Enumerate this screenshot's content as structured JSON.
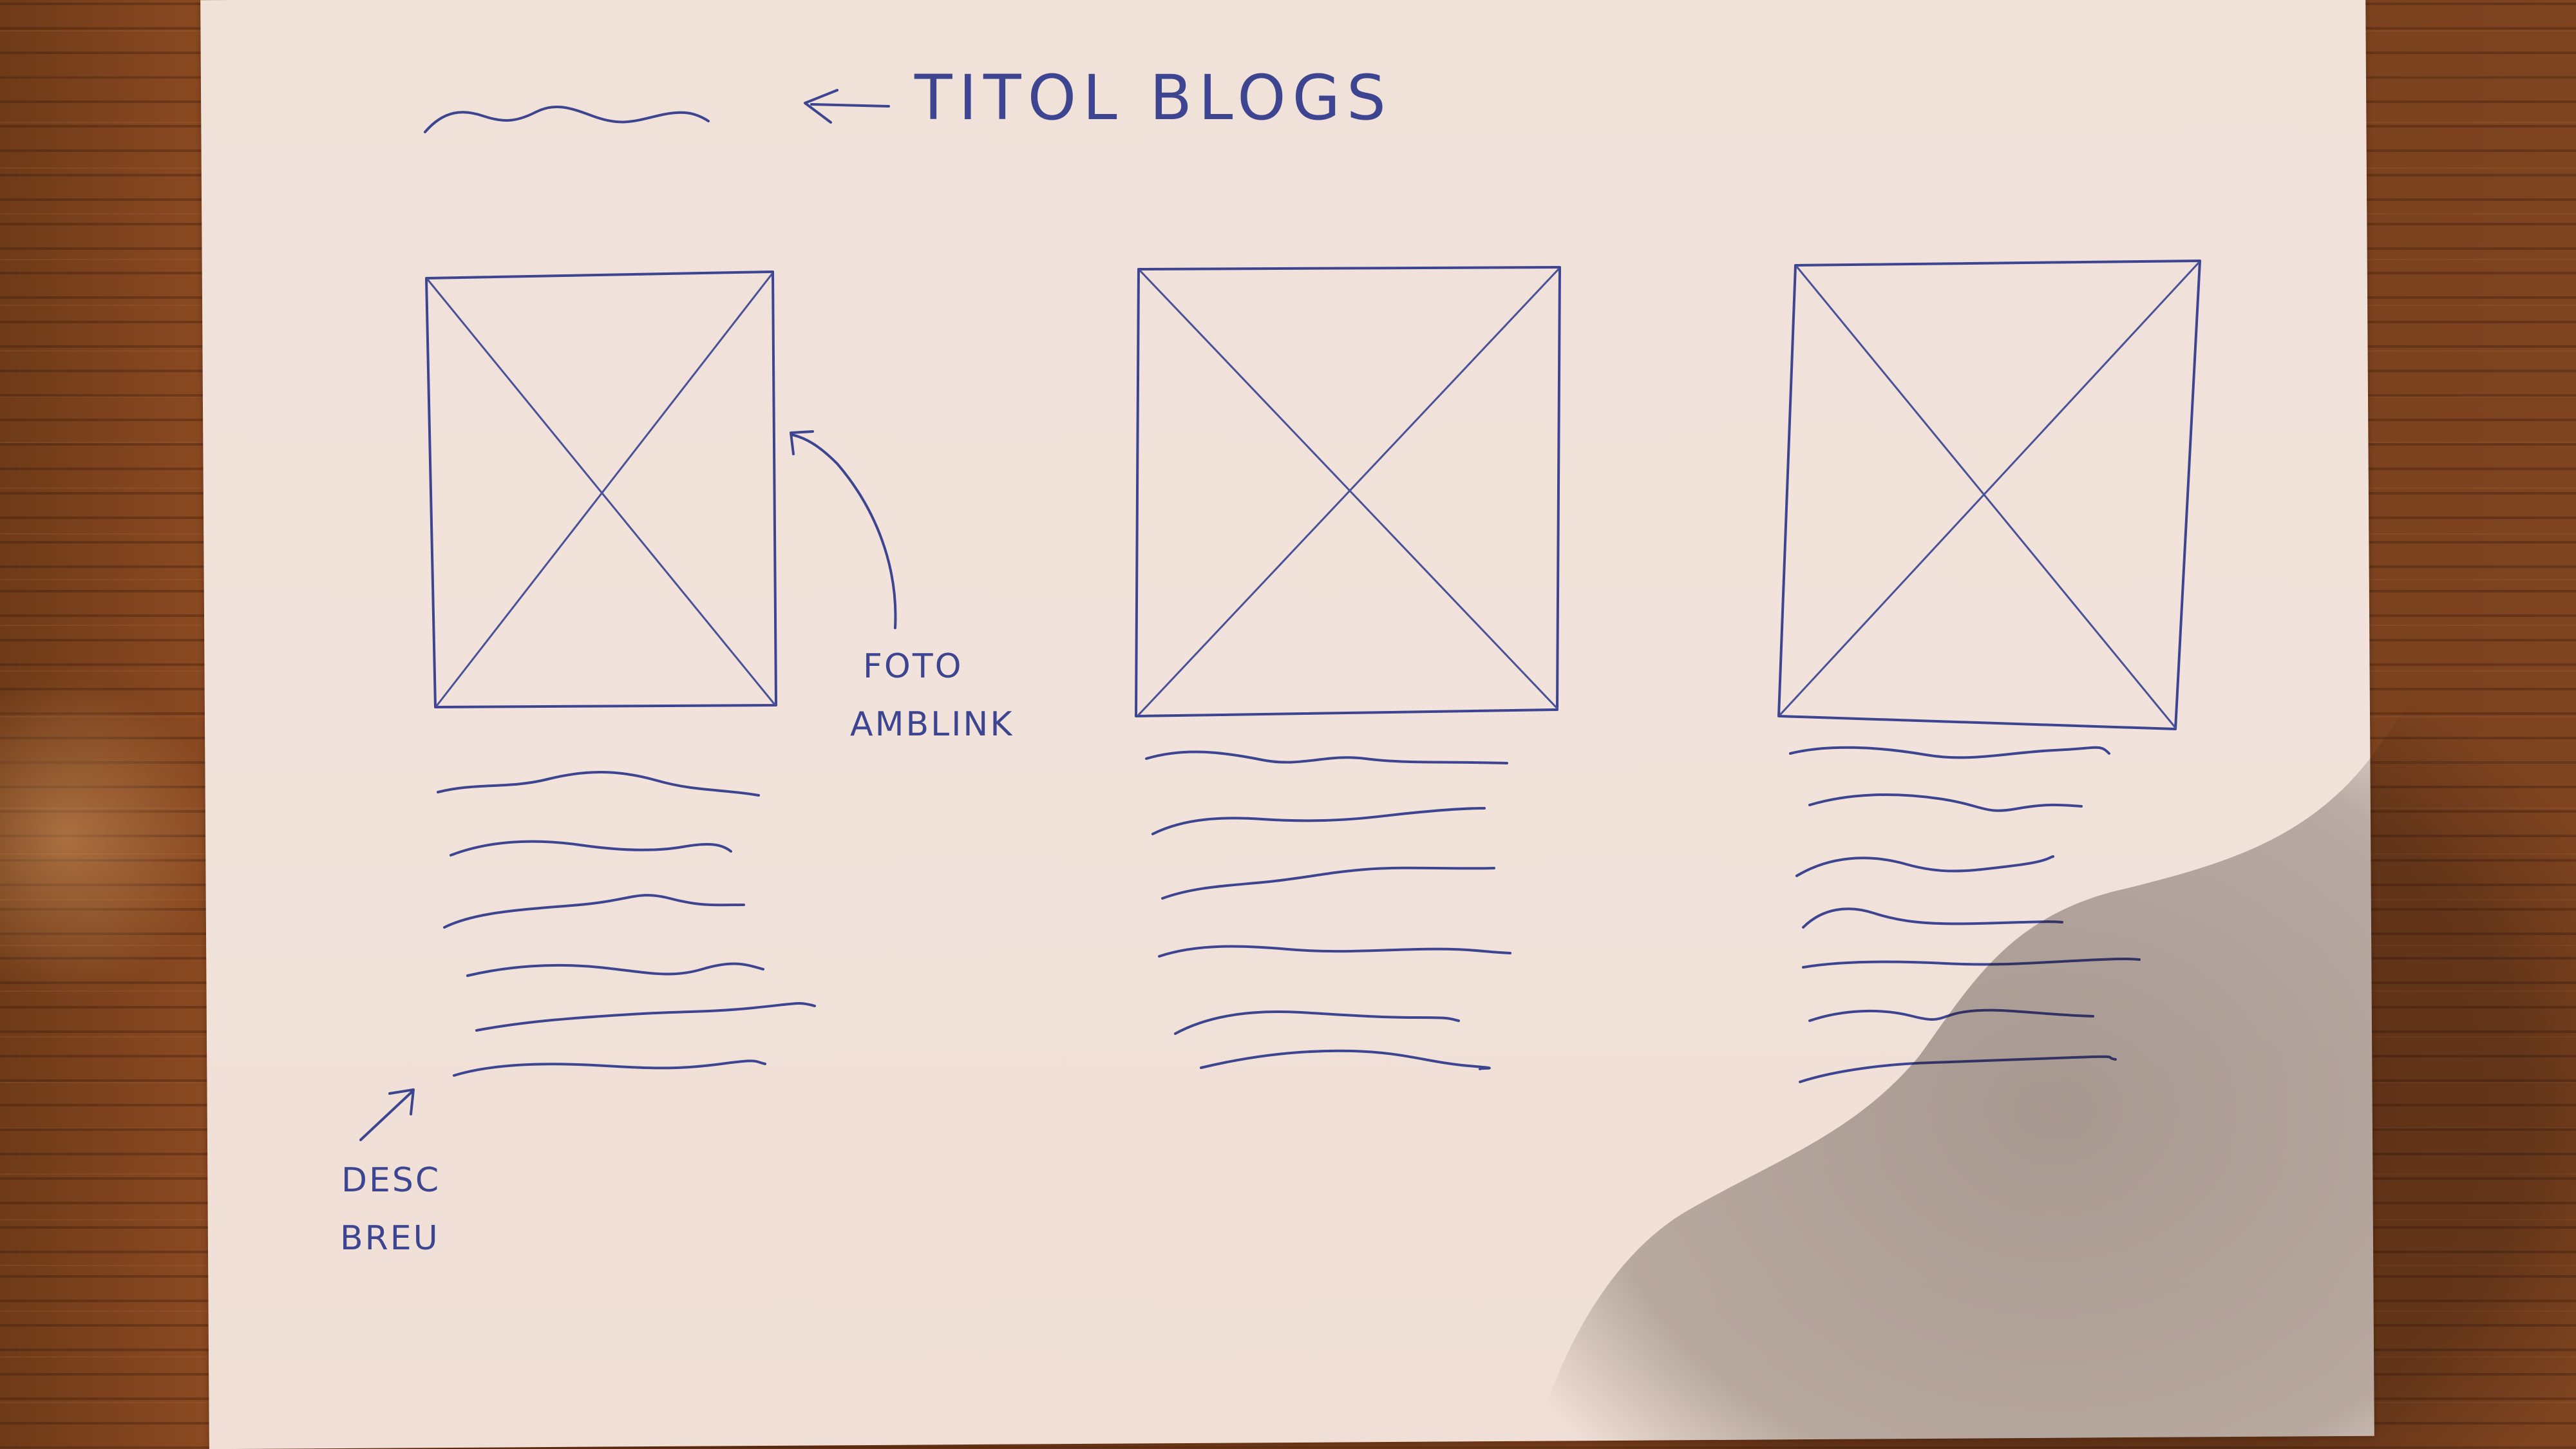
{
  "header": {
    "annotation": "TITOL BLOGS"
  },
  "annotations": {
    "photo_line1": "FOTO",
    "photo_line2": "AMBLINK",
    "desc_line1": "DESC",
    "desc_line2": "BREU"
  },
  "cards": [
    {
      "image": "image-placeholder",
      "description_lines": 6
    },
    {
      "image": "image-placeholder",
      "description_lines": 6
    },
    {
      "image": "image-placeholder",
      "description_lines": 7
    }
  ],
  "colors": {
    "ink": "#3d4590",
    "paper": "#f0e1d9",
    "wood": "#7a401c"
  }
}
